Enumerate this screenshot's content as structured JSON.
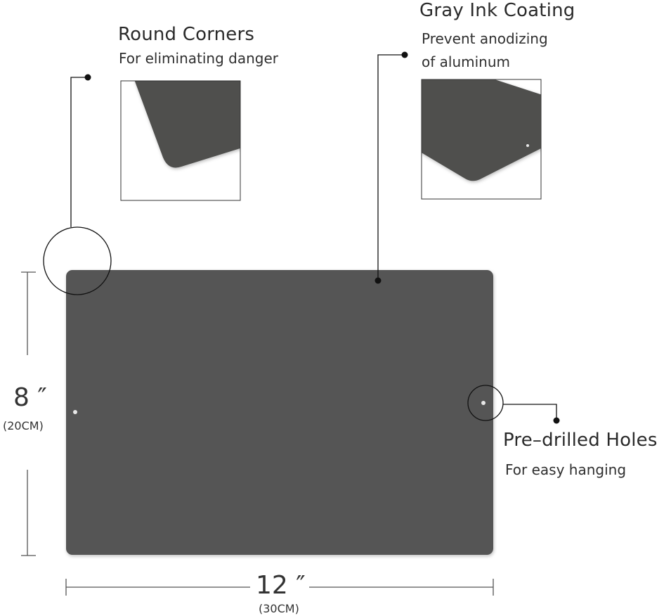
{
  "features": {
    "round_corners": {
      "title": "Round Corners",
      "subtitle": "For eliminating danger"
    },
    "gray_ink": {
      "title": "Gray Ink Coating",
      "subtitle_line1": "Prevent anodizing",
      "subtitle_line2": "of aluminum"
    },
    "holes": {
      "title": "Pre–drilled Holes",
      "subtitle": "For easy hanging"
    }
  },
  "dimensions": {
    "height_in": "8 ″",
    "height_cm": "(20CM)",
    "width_in": "12 ″",
    "width_cm": "(30CM)"
  },
  "colors": {
    "panel": "#545454",
    "panel_detail": "#4f504e",
    "line": "#000000",
    "dim_line": "#555555",
    "hole": "#e8e8e8"
  }
}
